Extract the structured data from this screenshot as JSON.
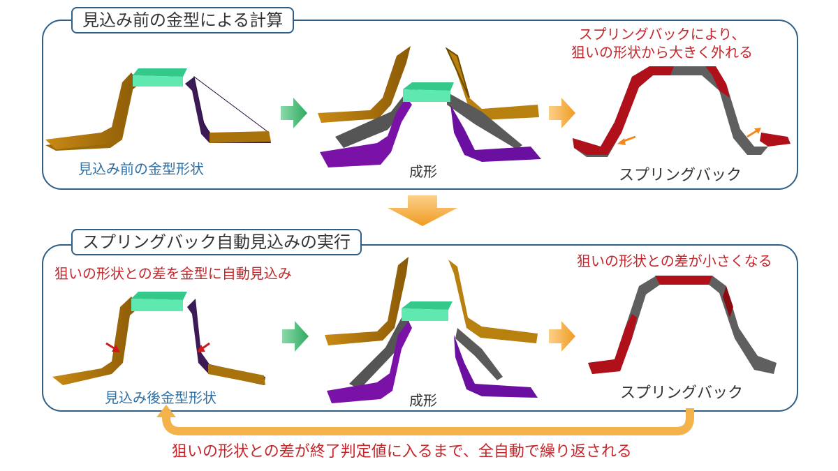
{
  "top_section": {
    "title": "見込み前の金型による計算",
    "die_label": "見込み前の金型形状",
    "forming_label": "成形",
    "springback_label": "スプリングバック",
    "springback_note_line1": "スプリングバックにより、",
    "springback_note_line2": "狙いの形状から大きく外れる"
  },
  "bottom_section": {
    "title": "スプリングバック自動見込みの実行",
    "compensation_note": "狙いの形状との差を金型に自動見込み",
    "die_label": "見込み後金型形状",
    "forming_label": "成形",
    "springback_label": "スプリングバック",
    "result_note": "狙いの形状との差が小さくなる"
  },
  "loop_note": "狙いの形状との差が終了判定値に入るまで、全自動で繰り返される",
  "colors": {
    "panel_border": "#2f5f86",
    "label_blue": "#2f6fa3",
    "note_red": "#c3262b",
    "die_orange": "#b8800f",
    "punch_green": "#36d196",
    "blank_purple": "#7a12a8",
    "sheet_gray": "#5f5f5f",
    "deviation_red": "#b0101a",
    "arrow_green": "#45c07a",
    "arrow_orange": "#f5a537",
    "loop_orange": "#f4b24a"
  }
}
